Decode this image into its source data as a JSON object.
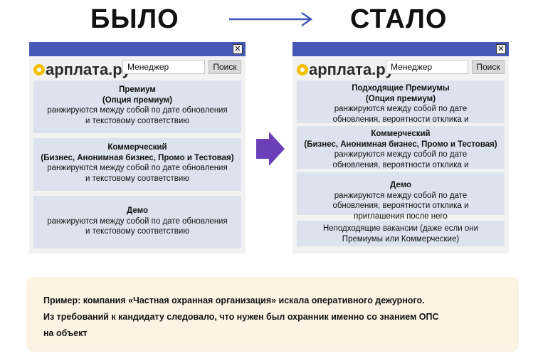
{
  "headings": {
    "before": "БЫЛО",
    "after": "СТАЛО"
  },
  "window": {
    "close_glyph": "✕",
    "logo_text": "арплата.ру",
    "search_value": "Менеджер",
    "search_button": "Поиск"
  },
  "before_cards": [
    {
      "title": "Премиум",
      "subtitle": "(Опция премиум)",
      "text": "ранжируются между собой по дате обновления и текстовому соответствию"
    },
    {
      "title": "Коммерческий",
      "subtitle": "(Бизнес, Анонимная бизнес, Промо и Тестовая)",
      "text": "ранжируются между собой по дате обновления и текстовому соответствию"
    },
    {
      "title": "Демо",
      "subtitle": "",
      "text": "ранжируются между собой по дате обновления и текстовому соответствию"
    }
  ],
  "after_cards": [
    {
      "title": "Подходящие Премиумы",
      "subtitle": "(Опция премиум)",
      "text": "ранжируются между собой по дате обновления, вероятности отклика и приглашения после него"
    },
    {
      "title": "Коммерческий",
      "subtitle": "(Бизнес, Анонимная бизнес, Промо и Тестовая)",
      "text": "ранжируются между собой по дате обновления, вероятности отклика и приглашения после него"
    },
    {
      "title": "Демо",
      "subtitle": "",
      "text": "ранжируются между собой по дате обновления, вероятности отклика и приглашения после него"
    },
    {
      "title": "",
      "subtitle": "",
      "text": "Неподходящие вакансии (даже если они Премиумы или Коммерческие)"
    }
  ],
  "info": {
    "line1": "Пример: компания «Частная охранная организация» искала оперативного дежурного.",
    "line2": "Из требований к кандидату следовало, что нужен был охранник именно со знанием ОПС",
    "line3": "на объект"
  },
  "colors": {
    "titlebar": "#4558b5",
    "card": "#dce3ef",
    "arrow": "#6a3fb8",
    "info_bg": "#fdf3e4",
    "logo_accent": "#f5c000"
  }
}
